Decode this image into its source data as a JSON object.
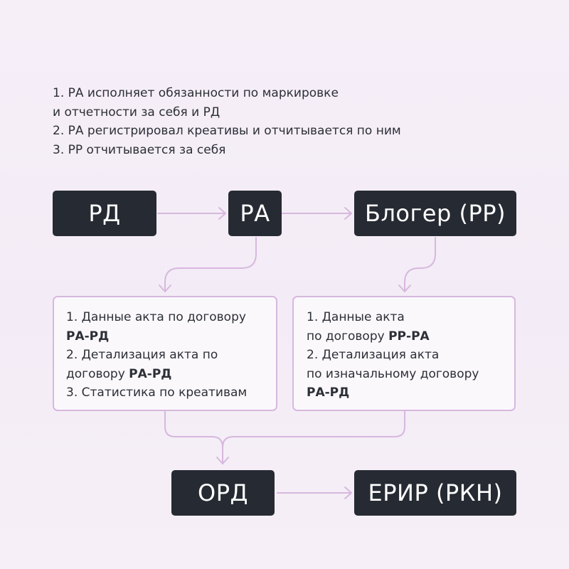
{
  "notes": [
    "1. РА исполняет обязанности по маркировке",
    "и отчетности за себя и РД",
    "2. РА регистрировал креативы и отчитывается по ним",
    "3. РР отчитывается за себя"
  ],
  "nodes": {
    "rd": "РД",
    "ra": "РА",
    "blogger": "Блогер (РР)",
    "ord": "ОРД",
    "erir": "ЕРИР (РКН)"
  },
  "left_box": {
    "line1": "1. Данные акта по договору",
    "line2": "РА-РД",
    "line3": "2. Детализация акта по",
    "line4_prefix": "договору ",
    "line4_bold": "РА-РД",
    "line5": "3. Статистика по креативам"
  },
  "right_box": {
    "line1": "1. Данные акта",
    "line2_prefix": "по договору ",
    "line2_bold": "РР-РА",
    "line3": "2. Детализация акта",
    "line4": "по изначальному договору",
    "line5": "РА-РД"
  },
  "colors": {
    "node_bg": "#262a33",
    "connector": "#d7b8de",
    "box_border": "#d7b8de"
  }
}
